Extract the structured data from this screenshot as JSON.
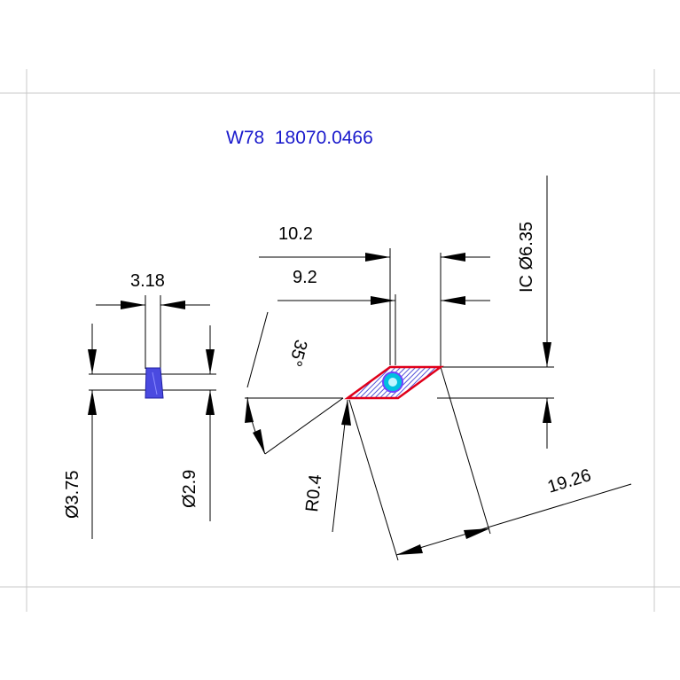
{
  "title": "W78  18070.0466",
  "dimensions": {
    "thickness": "3.18",
    "outer_diameter": "Ø3.75",
    "inner_diameter": "Ø2.9",
    "length_a": "10.2",
    "length_b": "9.2",
    "inscribed_circle": "IC Ø6.35",
    "angle": "35°",
    "corner_radius": "R0.4",
    "edge_length": "19.26"
  },
  "colors": {
    "title": "#1a1acc",
    "insert_outline": "#e0001a",
    "insert_hatch": "#2a2ad0",
    "bore": "#00c0e0",
    "side_view_fill": "#4a4ae0",
    "frame": "#c8c8c8"
  }
}
